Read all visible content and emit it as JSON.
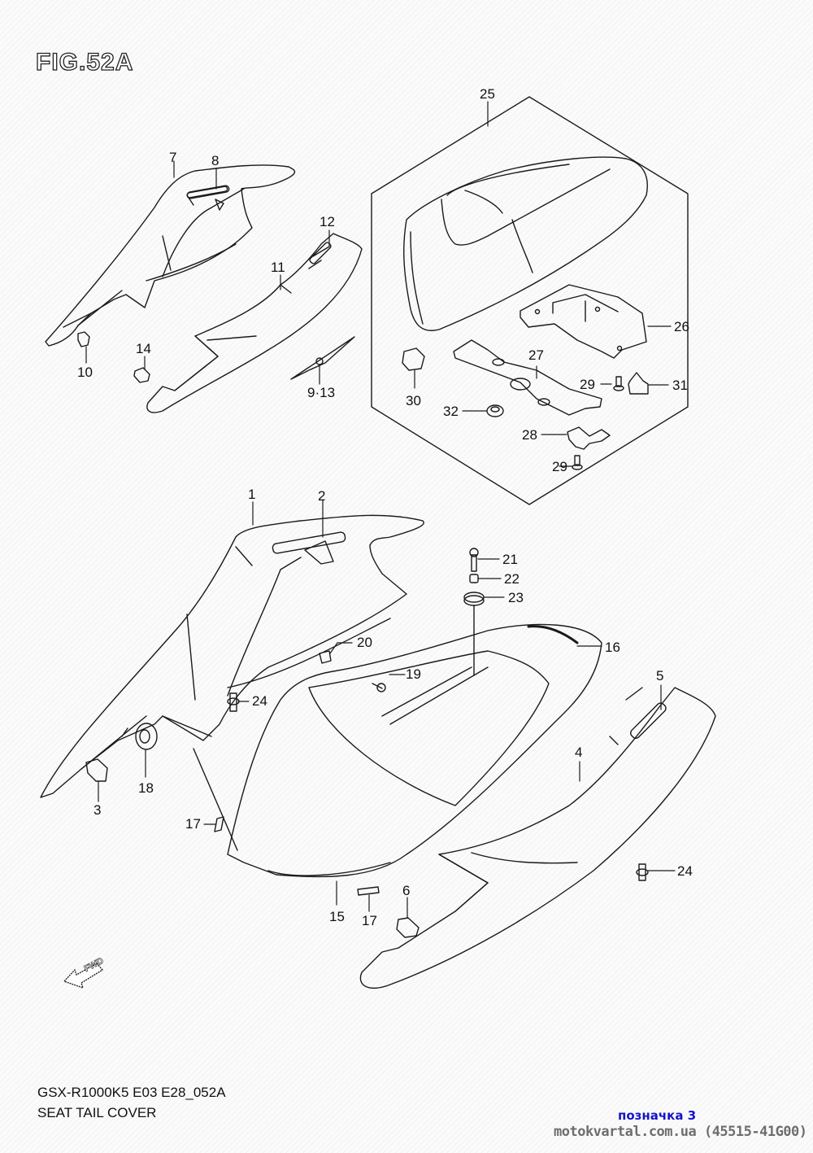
{
  "figure": {
    "title": "FIG.52A",
    "model_code": "GSX-R1000K5 E03 E28_052A",
    "part_name": "SEAT TAIL COVER",
    "marker": "позначка 3",
    "source": "motokvartal.com.ua (45515-41G00)",
    "direction_label": "FWD"
  },
  "callouts": [
    {
      "id": "c1",
      "label": "1"
    },
    {
      "id": "c2",
      "label": "2"
    },
    {
      "id": "c3",
      "label": "3"
    },
    {
      "id": "c4",
      "label": "4"
    },
    {
      "id": "c5",
      "label": "5"
    },
    {
      "id": "c6",
      "label": "6"
    },
    {
      "id": "c7",
      "label": "7"
    },
    {
      "id": "c8",
      "label": "8"
    },
    {
      "id": "c9_13",
      "label": "9·13"
    },
    {
      "id": "c10",
      "label": "10"
    },
    {
      "id": "c11",
      "label": "11"
    },
    {
      "id": "c12",
      "label": "12"
    },
    {
      "id": "c14",
      "label": "14"
    },
    {
      "id": "c15",
      "label": "15"
    },
    {
      "id": "c16",
      "label": "16"
    },
    {
      "id": "c17a",
      "label": "17"
    },
    {
      "id": "c17b",
      "label": "17"
    },
    {
      "id": "c18",
      "label": "18"
    },
    {
      "id": "c19",
      "label": "19"
    },
    {
      "id": "c20",
      "label": "20"
    },
    {
      "id": "c21",
      "label": "21"
    },
    {
      "id": "c22",
      "label": "22"
    },
    {
      "id": "c23",
      "label": "23"
    },
    {
      "id": "c24a",
      "label": "24"
    },
    {
      "id": "c24b",
      "label": "24"
    },
    {
      "id": "c25",
      "label": "25"
    },
    {
      "id": "c26",
      "label": "26"
    },
    {
      "id": "c27",
      "label": "27"
    },
    {
      "id": "c28",
      "label": "28"
    },
    {
      "id": "c29a",
      "label": "29"
    },
    {
      "id": "c29b",
      "label": "29"
    },
    {
      "id": "c30",
      "label": "30"
    },
    {
      "id": "c31",
      "label": "31"
    },
    {
      "id": "c32",
      "label": "32"
    }
  ]
}
